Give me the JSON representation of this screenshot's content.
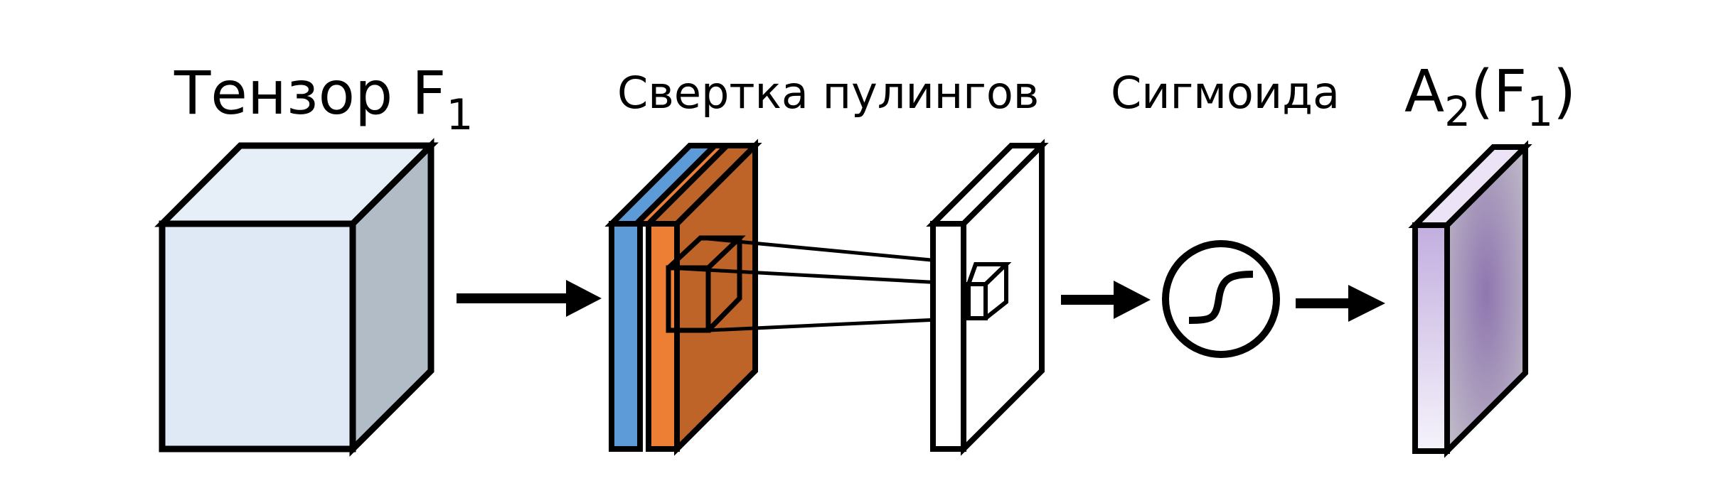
{
  "labels": {
    "tensor_main": "Тензор F",
    "tensor_sub": "1",
    "conv": "Свертка пулингов",
    "sigmoid": "Сигмоида",
    "out_main": "A",
    "out_sub2": "2",
    "out_paren_open": "(F",
    "out_sub1": "1",
    "out_paren_close": ")"
  },
  "colors": {
    "tensor_front": "#dfe9f5",
    "tensor_top": "#e6eef8",
    "tensor_side": "#b2bcc6",
    "channel_blue": "#5d9bd8",
    "channel_orange": "#ec7f34",
    "channel_dark_orange": "#bf6428",
    "output_light": "#ece4f6",
    "output_mid": "#c4b1df",
    "output_side_center": "#8f76b0",
    "output_side_edge": "#c2c0c6",
    "stroke": "#000000"
  },
  "icons": [
    "arrow-right-icon",
    "sigmoid-curve-icon"
  ]
}
